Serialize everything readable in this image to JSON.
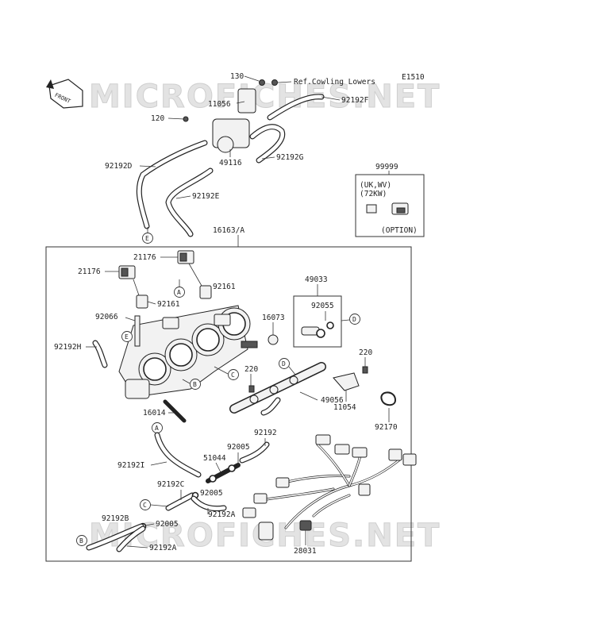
{
  "code": "E1510",
  "front_label": "FRONT",
  "watermark": "MICROFICHES.NET",
  "ref_note": "Ref.Cowling Lowers",
  "main_assembly": "16163/A",
  "option_part": "99999",
  "option_region": "(UK,WV)",
  "option_power": "(72KW)",
  "option_note": "(OPTION)",
  "parts": {
    "p130": "130",
    "p11056": "11056",
    "p92192F": "92192F",
    "p120": "120",
    "p49116": "49116",
    "p92192G": "92192G",
    "p92192D": "92192D",
    "p92192E": "92192E",
    "p21176a": "21176",
    "p21176b": "21176",
    "p92161a": "92161",
    "p92161b": "92161",
    "p49033": "49033",
    "p92055": "92055",
    "p92066": "92066",
    "p16073": "16073",
    "p92192H": "92192H",
    "p220a": "220",
    "p220b": "220",
    "p49056": "49056",
    "p11054": "11054",
    "p16014": "16014",
    "p92170": "92170",
    "p92192": "92192",
    "p92005a": "92005",
    "p92192I": "92192I",
    "p51044": "51044",
    "p92192C": "92192C",
    "p92005b": "92005",
    "p92192A1": "92192A",
    "p92192B": "92192B",
    "p92005c": "92005",
    "p28031": "28031",
    "p92192A2": "92192A"
  },
  "callouts": {
    "e1": "E",
    "e2": "E",
    "a1": "A",
    "a2": "A",
    "b1": "B",
    "b2": "B",
    "c1": "C",
    "c2": "C",
    "d1": "D",
    "d2": "D"
  }
}
